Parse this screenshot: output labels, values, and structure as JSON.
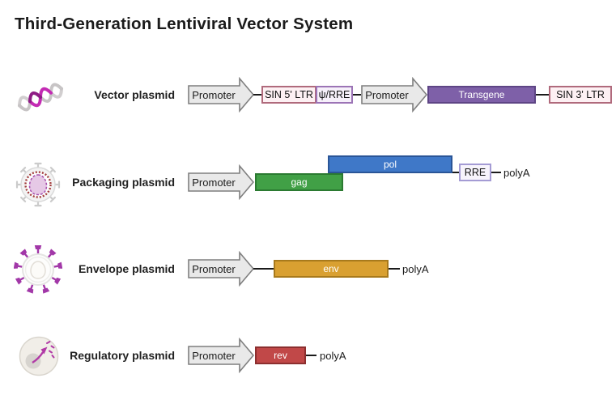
{
  "title": "Third-Generation Lentiviral Vector System",
  "rows": [
    {
      "label": "Vector plasmid",
      "icon": "dna-icon",
      "promoter_1": "Promoter",
      "sin5_ltr": "SIN 5' LTR",
      "psi_rre": "ψ/RRE",
      "promoter_2": "Promoter",
      "transgene": "Transgene",
      "sin3_ltr": "SIN 3' LTR"
    },
    {
      "label": "Packaging plasmid",
      "icon": "virus-capsid-icon",
      "promoter": "Promoter",
      "gag": "gag",
      "pol": "pol",
      "rre": "RRE",
      "polya": "polyA"
    },
    {
      "label": "Envelope plasmid",
      "icon": "enveloped-virus-icon",
      "promoter": "Promoter",
      "env": "env",
      "polya": "polyA"
    },
    {
      "label": "Regulatory plasmid",
      "icon": "cell-export-icon",
      "promoter": "Promoter",
      "rev": "rev",
      "polya": "polyA"
    }
  ],
  "colors": {
    "promoter_fill": "#e9e9e9",
    "promoter_border": "#7f7f7f",
    "ltr_fill": "#fdf0f3",
    "ltr_border": "#b06a7c",
    "psi_rre_fill": "#f6f0fa",
    "psi_rre_border": "#9c74b6",
    "rre_fill": "#f7f4fc",
    "rre_border": "#a49bd4",
    "transgene_fill": "#7e60a8",
    "gag_fill": "#41a046",
    "pol_fill": "#3f78c8",
    "env_fill": "#d9a031",
    "rev_fill": "#c14848",
    "connector": "#1b1b1b",
    "dna_magenta": "#c42bb4",
    "spike_purple": "#a238a8",
    "capsid_ring_red": "#a33d3d"
  }
}
